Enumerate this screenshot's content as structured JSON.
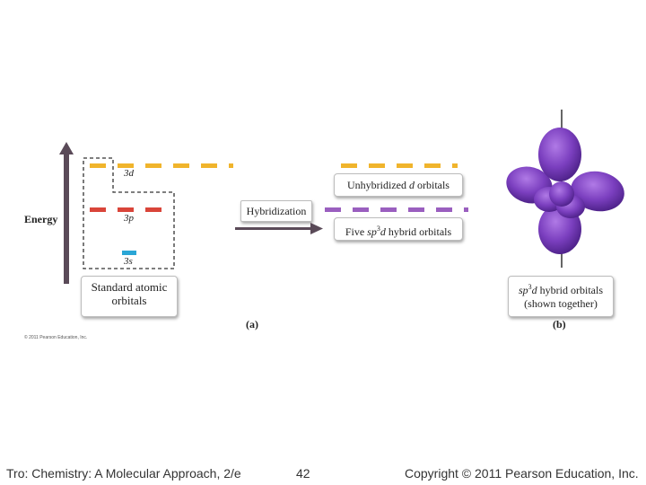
{
  "diagram": {
    "energy_label": "Energy",
    "orbital_labels": {
      "d": "3d",
      "p": "3p",
      "s": "3s"
    },
    "standard_box": [
      "Standard atomic",
      "orbitals"
    ],
    "hybridization_label": "Hybridization",
    "unhybridized_box": "Unhybridized d orbitals",
    "five_hybrid_box": "Five sp3d hybrid orbitals",
    "hybrid_shown_box": [
      "sp3d hybrid orbitals",
      "(shown together)"
    ],
    "panel_a": "(a)",
    "panel_b": "(b)",
    "small_copyright": "© 2011 Pearson Education, Inc.",
    "colors": {
      "d_level": "#f0b42c",
      "p_level": "#d9453a",
      "s_level": "#2aa6d6",
      "hybrid_level": "#9a5fbf",
      "arrow": "#5a4a58",
      "orbital": "#7b3fbf"
    }
  },
  "footer": {
    "left": "Tro: Chemistry: A Molecular Approach, 2/e",
    "page": "42",
    "right": "Copyright © 2011 Pearson Education, Inc."
  }
}
